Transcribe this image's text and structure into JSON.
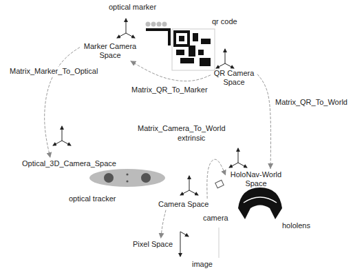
{
  "diagram": {
    "nodes": [
      {
        "text": [
          "Marker Camera Space"
        ]
      },
      {
        "text": [
          "QR Camera Space"
        ]
      },
      {
        "text": [
          "Optical_3D_Camera_Space"
        ]
      },
      {
        "text": [
          "HoloNav-World Space"
        ]
      },
      {
        "text": [
          "Camera Space"
        ]
      },
      {
        "text": [
          "Pixel Space"
        ]
      }
    ],
    "edges": [
      {
        "from": 0,
        "to": 2,
        "label": "Matrix_Marker_To_Optical",
        "arrow": "to"
      },
      {
        "from": 1,
        "to": 0,
        "label": "Matrix_QR_To_Marker",
        "arrow": "to"
      },
      {
        "from": 1,
        "to": 3,
        "label": "Matrix_QR_To_World",
        "arrow": "to"
      },
      {
        "from": 4,
        "to": 3,
        "label": "Matrix_Camera_To_World",
        "arrow": "to"
      },
      {
        "from": 4,
        "to": 5,
        "arrow": "to"
      }
    ],
    "labels": [
      "optical marker",
      "qr code",
      "extrinsic",
      "optical tracker",
      "camera",
      "hololens",
      "image"
    ]
  }
}
